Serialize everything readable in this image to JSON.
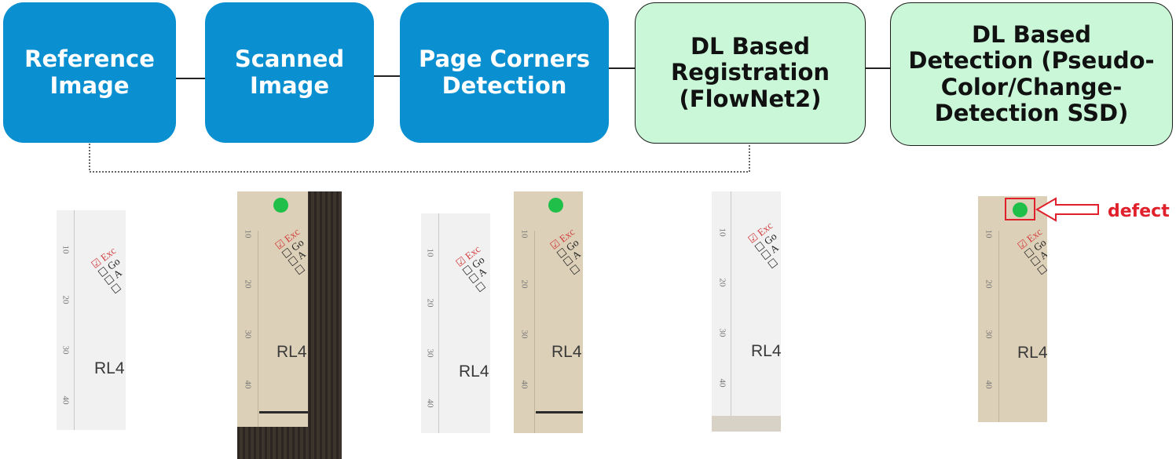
{
  "boxes": {
    "reference": "Reference Image",
    "scanned": "Scanned Image",
    "corners": "Page Corners Detection",
    "registration": "DL Based Registration (FlowNet2)",
    "detection": "DL Based Detection (Pseudo-Color/Change-Detection SSD)"
  },
  "thumb_text": {
    "rl": "RL4",
    "n1": "10",
    "n2": "20",
    "n3": "30",
    "n4": "40",
    "c1": "☑ Exc",
    "c2": "☐ Go",
    "c3": "☐ A",
    "c4": "☐"
  },
  "annotation": {
    "defect_label": "defect"
  },
  "colors": {
    "process_blue": "#0a8fd0",
    "dl_green": "#c9f7d8",
    "marker_red": "#e0202a",
    "dot_green": "#1fbf4a"
  }
}
